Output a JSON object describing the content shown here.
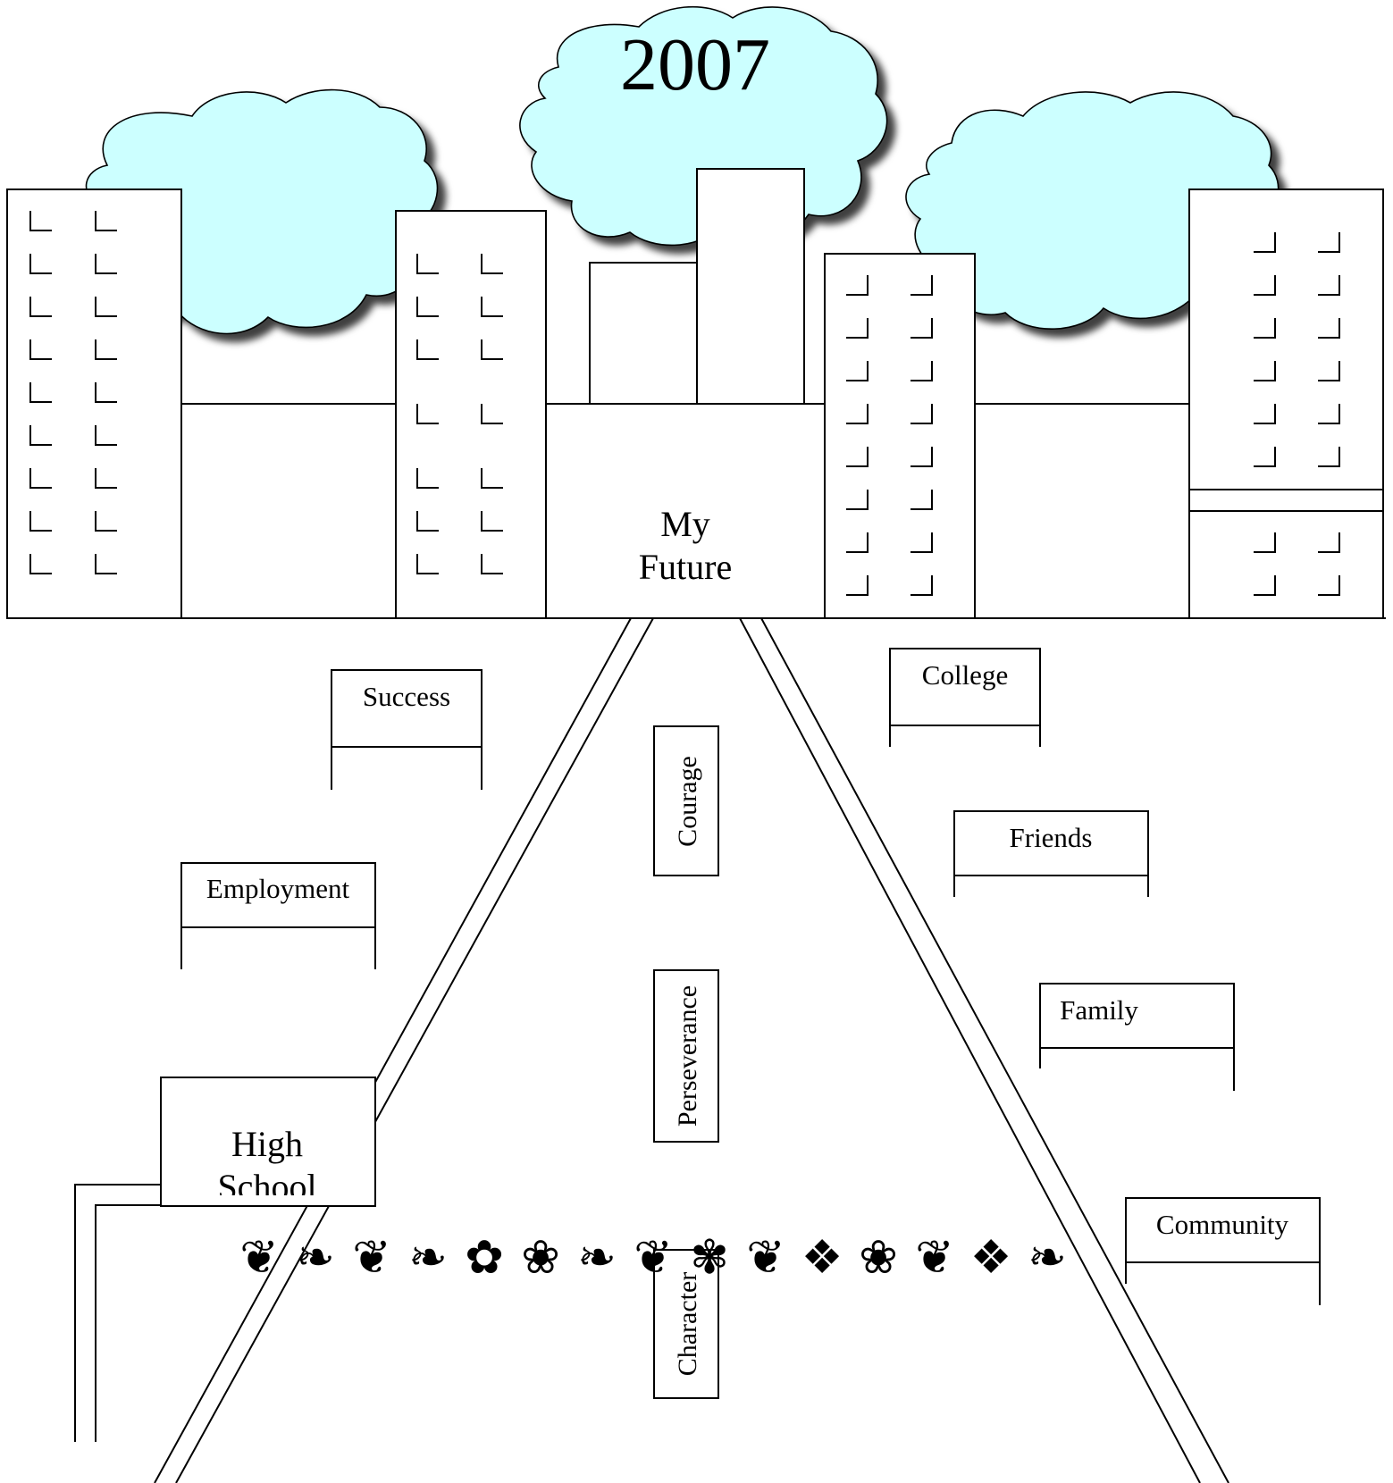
{
  "title": {
    "year": "2007"
  },
  "colors": {
    "cloud_fill": "#ccffff",
    "stroke": "#000000",
    "background": "#ffffff"
  },
  "destination": {
    "line1": "My",
    "line2": "Future"
  },
  "start": {
    "line1": "High",
    "line2": "School"
  },
  "road_signs": {
    "courage": "Courage",
    "perseverance": "Perseverance",
    "character": "Character"
  },
  "signs": {
    "success": "Success",
    "employment": "Employment",
    "college": "College",
    "friends": "Friends",
    "family": "Family",
    "community": "Community"
  },
  "icons": {
    "clouds": "cloud-icon",
    "buildings": "building-icon",
    "ornaments": "fleuron-ornament-icon"
  }
}
